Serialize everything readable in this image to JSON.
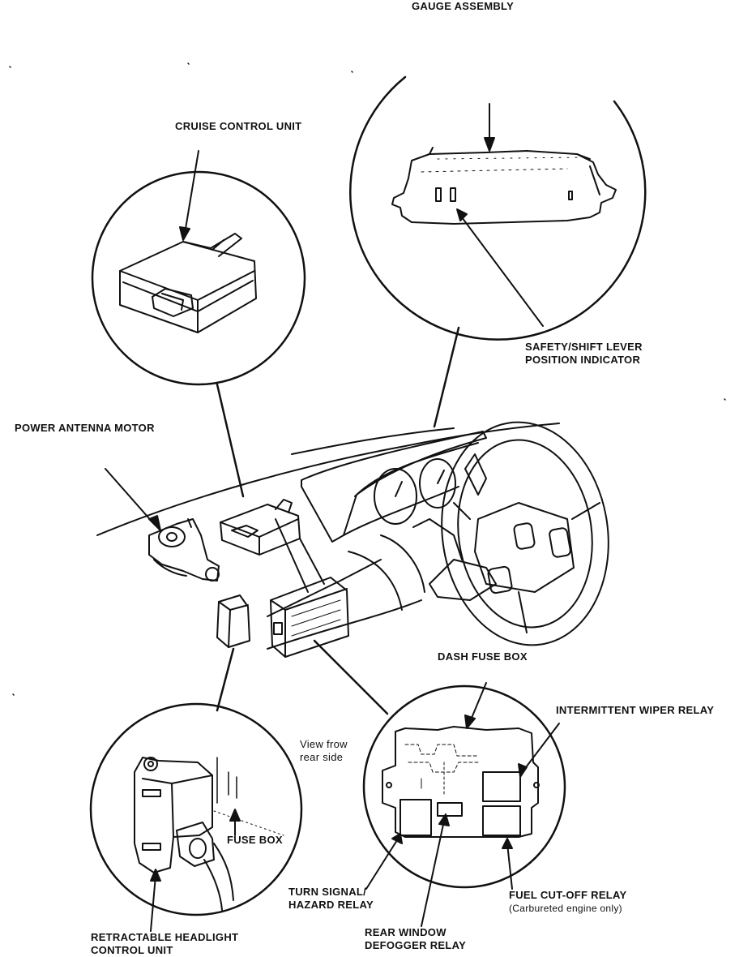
{
  "colors": {
    "ink": "#111111",
    "paper": "#ffffff"
  },
  "labels": {
    "gauge_assembly": "GAUGE ASSEMBLY",
    "cruise_control_unit": "CRUISE CONTROL UNIT",
    "safety_shift_line1": "SAFETY/SHIFT LEVER",
    "safety_shift_line2": "POSITION INDICATOR",
    "power_antenna_motor": "POWER ANTENNA MOTOR",
    "dash_fuse_box": "DASH FUSE BOX",
    "intermittent_wiper_relay": "INTERMITTENT WIPER RELAY",
    "view_from_line1": "View frow",
    "view_from_line2": "rear side",
    "fuse_box": "FUSE BOX",
    "turn_signal_line1": "TURN SIGNAL/",
    "turn_signal_line2": "HAZARD RELAY",
    "fuel_cutoff_line1": "FUEL CUT-OFF RELAY",
    "fuel_cutoff_line2": "(Carbureted engine only)",
    "rear_window_line1": "REAR WINDOW",
    "rear_window_line2": "DEFOGGER RELAY",
    "retractable_line1": "RETRACTABLE HEADLIGHT",
    "retractable_line2": "CONTROL UNIT"
  }
}
